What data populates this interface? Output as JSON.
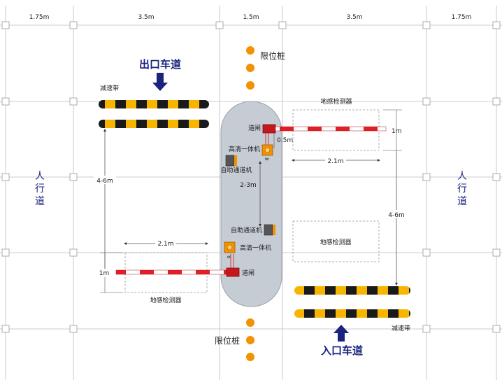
{
  "top_dims": [
    "1.75m",
    "3.5m",
    "1.5m",
    "3.5m",
    "1.75m"
  ],
  "limit_post_top": "限位桩",
  "limit_post_bottom": "限位桩",
  "exit_lane": "出口车道",
  "entry_lane": "入口车道",
  "speed_bump_top": "减速带",
  "speed_bump_bottom": "减速带",
  "sidewalk_left": [
    "人",
    "行",
    "道"
  ],
  "sidewalk_right": [
    "人",
    "行",
    "道"
  ],
  "barrier_top": "道闸",
  "barrier_bottom": "道闸",
  "camera_top": "高清一体机",
  "camera_bottom": "高清一体机",
  "kiosk_top": "自助通道机",
  "kiosk_bottom": "自助通道机",
  "loop_top_right": "地感检测器",
  "loop_mid_right": "地感检测器",
  "loop_bottom_left": "地感检测器",
  "dim_05": "0.5m",
  "dim_1m_right": "1m",
  "dim_1m_left": "1m",
  "dim_21_right": "2.1m",
  "dim_21_left": "2.1m",
  "dim_23": "2-3m",
  "dim_46_left": "4-6m",
  "dim_46_right": "4-6m",
  "colors": {
    "navy": "#1a237e",
    "orange": "#f39200",
    "island": "#c5ccd4",
    "boom_red": "#e41e26",
    "bump_yellow": "#f7b500"
  }
}
